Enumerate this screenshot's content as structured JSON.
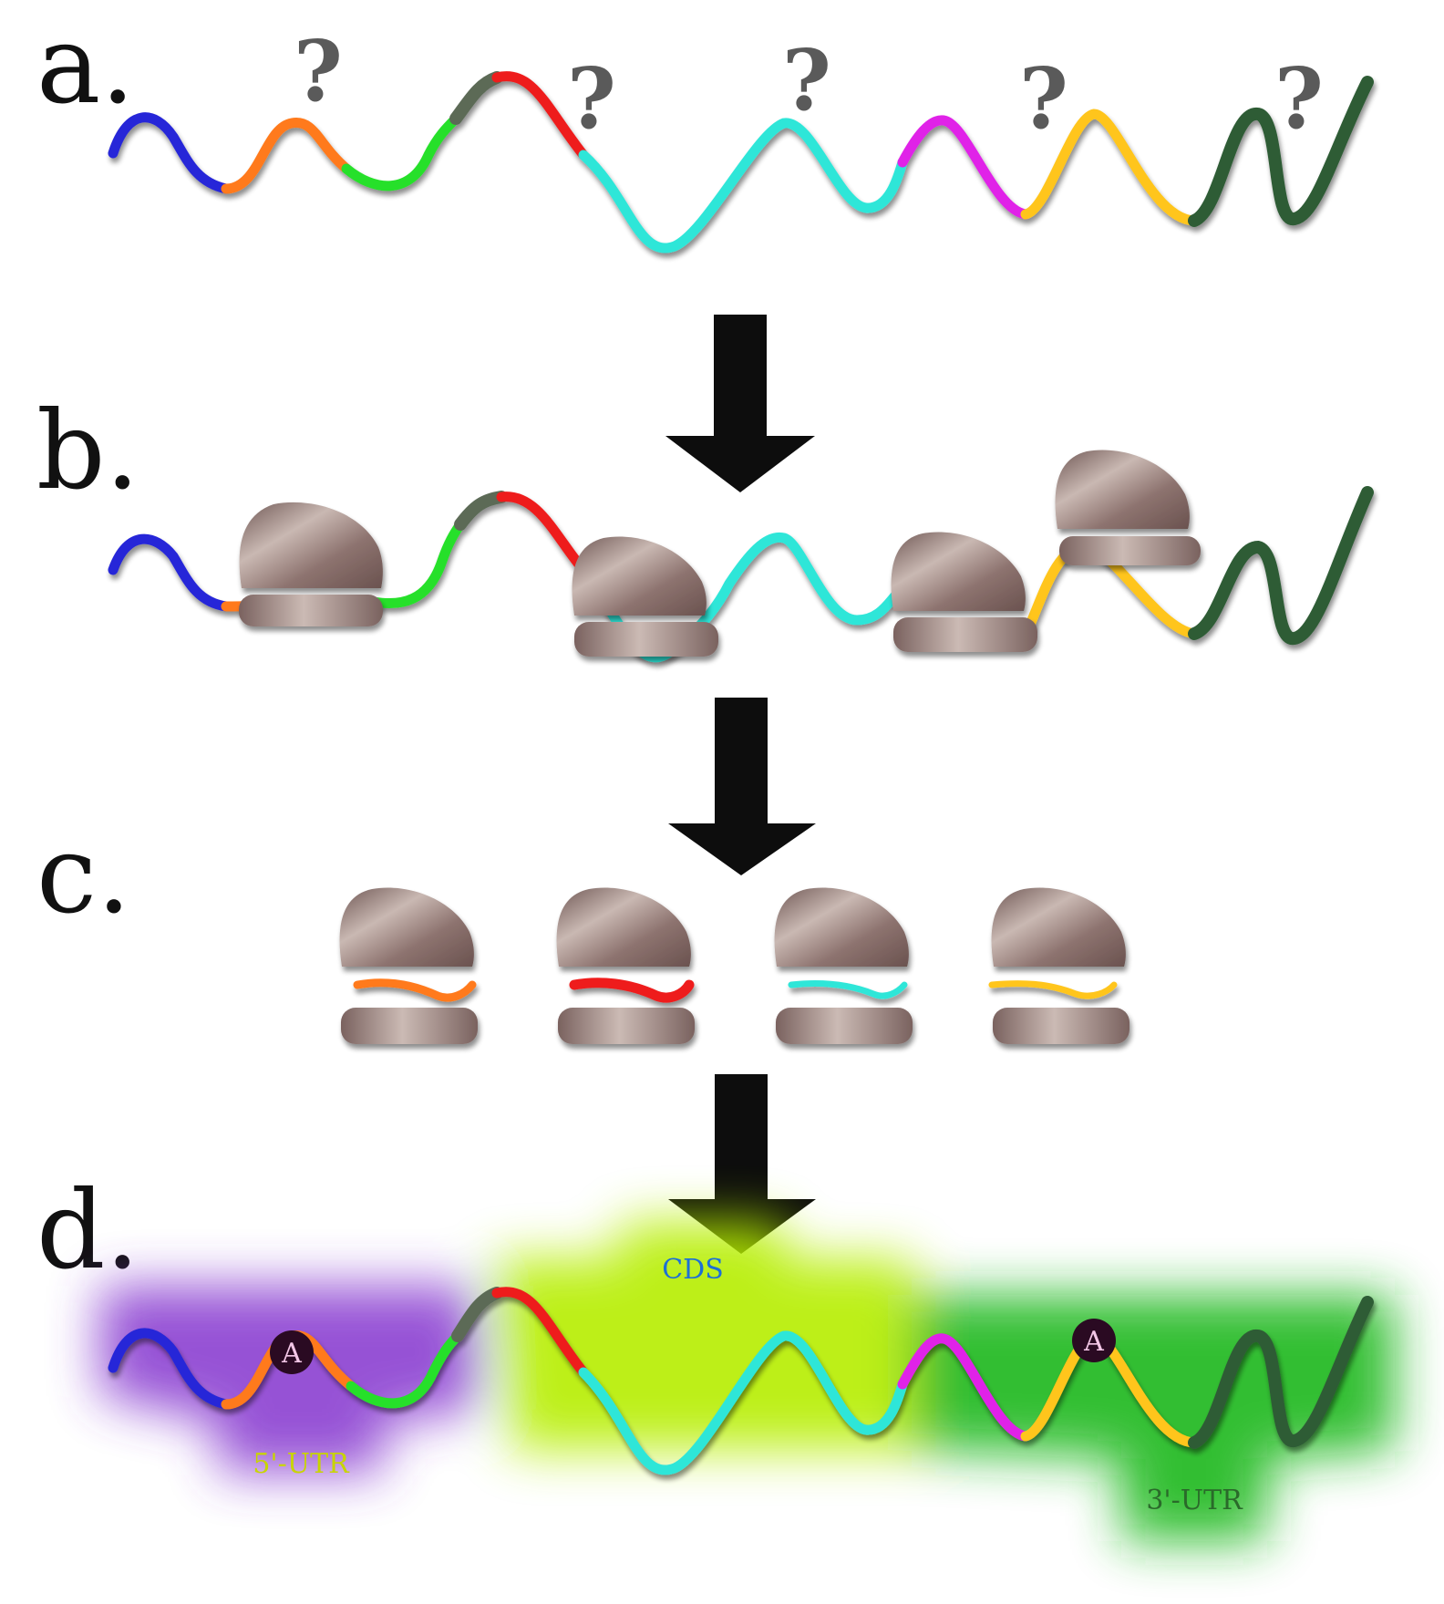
{
  "panels": [
    {
      "letter": "a."
    },
    {
      "letter": "b."
    },
    {
      "letter": "c."
    },
    {
      "letter": "d."
    }
  ],
  "question_mark": "?",
  "regions": {
    "utr5": {
      "label": "5'-UTR",
      "glow_color": "#8b3fd1",
      "text_color": "#c8d400"
    },
    "cds": {
      "label": "CDS",
      "glow_color": "#b6ee00",
      "text_color": "#1d6fd6"
    },
    "utr3": {
      "label": "3'-UTR",
      "glow_color": "#1fb81f",
      "text_color": "#2a6a2a"
    }
  },
  "site_marker": "A",
  "colors": {
    "blue": "#2828d8",
    "orange": "#ff7a1c",
    "green": "#27e02b",
    "gray": "#5b6b57",
    "red": "#ee1b1b",
    "cyan": "#2fe6d8",
    "magenta": "#e024e8",
    "yellow": "#ffc51c",
    "darkgreen": "#2e5c36",
    "ribosome": "#8a706c",
    "arrow": "#0d0d0d"
  }
}
